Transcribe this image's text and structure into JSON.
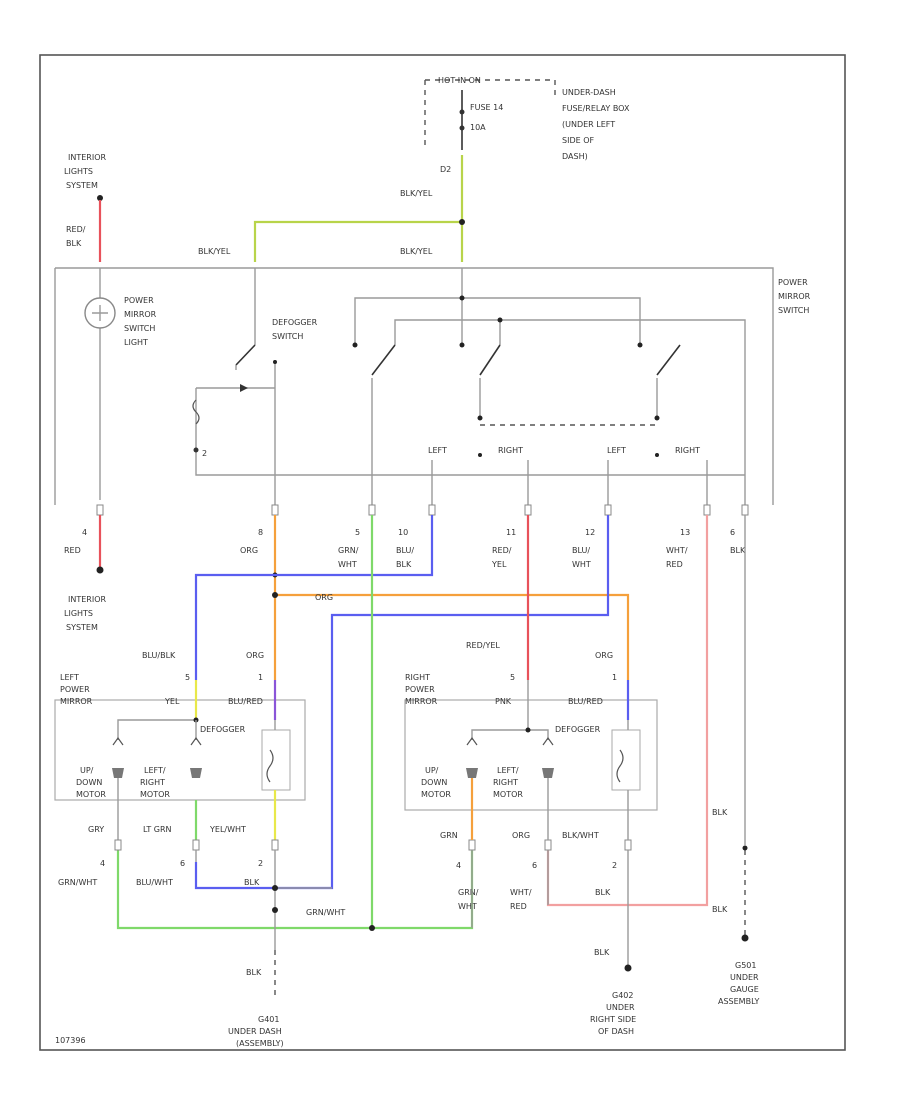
{
  "source": {
    "hot_label": "HOT IN ON",
    "fuse_label": "FUSE 14",
    "fuse_amps": "10A",
    "box_label": [
      "UNDER-DASH",
      "FUSE/RELAY BOX",
      "(UNDER LEFT",
      "SIDE OF",
      "DASH)"
    ],
    "pin": "D2",
    "wire": "BLK/YEL"
  },
  "interior_lights_top": [
    "INTERIOR",
    "LIGHTS",
    "SYSTEM"
  ],
  "interior_lights_bottom": [
    "INTERIOR",
    "LIGHTS",
    "SYSTEM"
  ],
  "red_blk": [
    "RED/",
    "BLK"
  ],
  "blk_yel_left": "BLK/YEL",
  "blk_yel_right": "BLK/YEL",
  "switch_light_label": [
    "POWER",
    "MIRROR",
    "SWITCH",
    "LIGHT"
  ],
  "power_mirror_switch": [
    "POWER",
    "MIRROR",
    "SWITCH"
  ],
  "defogger_switch": [
    "DEFOGGER",
    "SWITCH"
  ],
  "selector_left": "LEFT",
  "selector_right": "RIGHT",
  "selector_left2": "LEFT",
  "selector_right2": "RIGHT",
  "terminal_2": "2",
  "pins": [
    {
      "num": "4",
      "wire": [
        "RED"
      ]
    },
    {
      "num": "8",
      "wire": [
        "ORG"
      ]
    },
    {
      "num": "5",
      "wire": [
        "GRN/",
        "WHT"
      ]
    },
    {
      "num": "10",
      "wire": [
        "BLU/",
        "BLK"
      ]
    },
    {
      "num": "11",
      "wire": [
        "RED/",
        "YEL"
      ]
    },
    {
      "num": "12",
      "wire": [
        "BLU/",
        "WHT"
      ]
    },
    {
      "num": "13",
      "wire": [
        "WHT/",
        "RED"
      ]
    },
    {
      "num": "6",
      "wire": [
        "BLK"
      ]
    }
  ],
  "org_horizontal": "ORG",
  "blu_blk": "BLU/BLK",
  "org_left": "ORG",
  "red_yel": "RED/YEL",
  "org_right": "ORG",
  "left_mirror": {
    "title": [
      "LEFT",
      "POWER",
      "MIRROR"
    ],
    "pin5": "5",
    "pin1": "1",
    "yel": "YEL",
    "blu_red": "BLU/RED",
    "defogger": "DEFOGGER",
    "updown": [
      "UP/",
      "DOWN",
      "MOTOR"
    ],
    "leftright": [
      "LEFT/",
      "RIGHT",
      "MOTOR"
    ]
  },
  "right_mirror": {
    "title": [
      "RIGHT",
      "POWER",
      "MIRROR"
    ],
    "pin5": "5",
    "pin1": "1",
    "pnk": "PNK",
    "blu_red": "BLU/RED",
    "defogger": "DEFOGGER",
    "updown": [
      "UP/",
      "DOWN",
      "MOTOR"
    ],
    "leftright": [
      "LEFT/",
      "RIGHT",
      "MOTOR"
    ]
  },
  "left_bottom": {
    "grn": "GRY",
    "lt_grn": "LT GRN",
    "yel_wht": "YEL/WHT",
    "p4": "4",
    "p6": "6",
    "p2": "2",
    "grn_wht": [
      "GRN/WHT"
    ],
    "blu_wht": "BLU/WHT",
    "blk": "BLK"
  },
  "right_bottom": {
    "grn": "GRN",
    "org": "ORG",
    "blk_wht": "BLK/WHT",
    "p4": "4",
    "p6": "6",
    "p2": "2",
    "grn_wht": [
      "GRN/",
      "WHT"
    ],
    "wht_red": [
      "WHT/",
      "RED"
    ],
    "blk": "BLK"
  },
  "grn_wht_bottom": "GRN/WHT",
  "blk_right_col": "BLK",
  "blk_right_col2": "BLK",
  "g401": [
    "G401",
    "UNDER DASH",
    "(ASSEMBLY)"
  ],
  "g402": [
    "G402",
    "UNDER",
    "RIGHT SIDE",
    "OF DASH"
  ],
  "g501": [
    "G501",
    "UNDER",
    "GAUGE",
    "ASSEMBLY"
  ],
  "blk_g401": "BLK",
  "blk_g402": "BLK",
  "diagram_id": "107396",
  "colors": {
    "red": "#e8525b",
    "orange": "#f5a03c",
    "green": "#7fd96a",
    "blue": "#5a5ef0",
    "yellowgreen": "#b8d44a",
    "pink": "#f2a0a0",
    "purple": "#8a55d8",
    "yellow": "#e8e84a"
  }
}
